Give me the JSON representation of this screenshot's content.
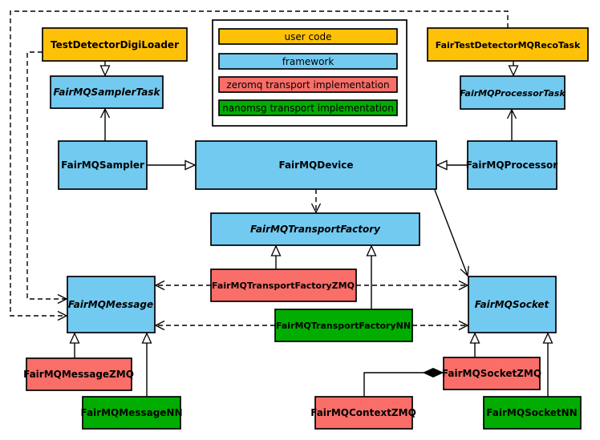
{
  "colors": {
    "user_code": "#FFC107",
    "framework": "#72CAF1",
    "zeromq": "#F96E68",
    "nanomsg": "#00AD00",
    "line": "#000000",
    "background": "#FFFFFF"
  },
  "legend": {
    "items": [
      {
        "label": "user code",
        "color": "#FFC107"
      },
      {
        "label": "framework",
        "color": "#72CAF1"
      },
      {
        "label": "zeromq transport implementation",
        "color": "#F96E68"
      },
      {
        "label": "nanomsg transport implementation",
        "color": "#00AD00"
      }
    ]
  },
  "nodes": {
    "digiLoader": {
      "label": "TestDetectorDigiLoader",
      "category": "user code",
      "abstract": false
    },
    "recoTask": {
      "label": "FairTestDetectorMQRecoTask",
      "category": "user code",
      "abstract": false
    },
    "samplerTask": {
      "label": "FairMQSamplerTask",
      "category": "framework",
      "abstract": true
    },
    "processorTask": {
      "label": "FairMQProcessorTask",
      "category": "framework",
      "abstract": true
    },
    "sampler": {
      "label": "FairMQSampler",
      "category": "framework",
      "abstract": false
    },
    "device": {
      "label": "FairMQDevice",
      "category": "framework",
      "abstract": false
    },
    "processor": {
      "label": "FairMQProcessor",
      "category": "framework",
      "abstract": false
    },
    "transportFactory": {
      "label": "FairMQTransportFactory",
      "category": "framework",
      "abstract": true
    },
    "transportFactoryZMQ": {
      "label": "FairMQTransportFactoryZMQ",
      "category": "zeromq",
      "abstract": false
    },
    "transportFactoryNN": {
      "label": "FairMQTransportFactoryNN",
      "category": "nanomsg",
      "abstract": false
    },
    "message": {
      "label": "FairMQMessage",
      "category": "framework",
      "abstract": true
    },
    "socket": {
      "label": "FairMQSocket",
      "category": "framework",
      "abstract": true
    },
    "messageZMQ": {
      "label": "FairMQMessageZMQ",
      "category": "zeromq",
      "abstract": false
    },
    "messageNN": {
      "label": "FairMQMessageNN",
      "category": "nanomsg",
      "abstract": false
    },
    "contextZMQ": {
      "label": "FairMQContextZMQ",
      "category": "zeromq",
      "abstract": false
    },
    "socketZMQ": {
      "label": "FairMQSocketZMQ",
      "category": "zeromq",
      "abstract": false
    },
    "socketNN": {
      "label": "FairMQSocketNN",
      "category": "nanomsg",
      "abstract": false
    }
  },
  "edges": [
    {
      "from": "TestDetectorDigiLoader",
      "to": "FairMQSamplerTask",
      "type": "generalization-triangle"
    },
    {
      "from": "FairTestDetectorMQRecoTask",
      "to": "FairMQProcessorTask",
      "type": "generalization-triangle"
    },
    {
      "from": "FairMQSampler",
      "to": "FairMQSamplerTask",
      "type": "association-arrow"
    },
    {
      "from": "FairMQProcessor",
      "to": "FairMQProcessorTask",
      "type": "association-arrow"
    },
    {
      "from": "FairMQSampler",
      "to": "FairMQDevice",
      "type": "generalization-triangle"
    },
    {
      "from": "FairMQProcessor",
      "to": "FairMQDevice",
      "type": "generalization-triangle"
    },
    {
      "from": "FairMQDevice",
      "to": "FairMQTransportFactory",
      "type": "dependency-dashed"
    },
    {
      "from": "FairMQDevice",
      "to": "FairMQSocket",
      "type": "association-arrow"
    },
    {
      "from": "FairMQTransportFactoryZMQ",
      "to": "FairMQTransportFactory",
      "type": "generalization-triangle"
    },
    {
      "from": "FairMQTransportFactoryNN",
      "to": "FairMQTransportFactory",
      "type": "generalization-triangle"
    },
    {
      "from": "FairMQTransportFactoryZMQ",
      "to": "FairMQMessage",
      "type": "dependency-dashed"
    },
    {
      "from": "FairMQTransportFactoryZMQ",
      "to": "FairMQSocket",
      "type": "dependency-dashed"
    },
    {
      "from": "FairMQTransportFactoryNN",
      "to": "FairMQMessage",
      "type": "dependency-dashed"
    },
    {
      "from": "FairMQTransportFactoryNN",
      "to": "FairMQSocket",
      "type": "dependency-dashed"
    },
    {
      "from": "TestDetectorDigiLoader",
      "to": "FairMQMessage",
      "type": "dependency-dashed"
    },
    {
      "from": "FairTestDetectorMQRecoTask",
      "to": "FairMQMessage",
      "type": "dependency-dashed"
    },
    {
      "from": "FairMQMessageZMQ",
      "to": "FairMQMessage",
      "type": "generalization-triangle"
    },
    {
      "from": "FairMQMessageNN",
      "to": "FairMQMessage",
      "type": "generalization-triangle"
    },
    {
      "from": "FairMQSocketZMQ",
      "to": "FairMQSocket",
      "type": "generalization-triangle"
    },
    {
      "from": "FairMQSocketNN",
      "to": "FairMQSocket",
      "type": "generalization-triangle"
    },
    {
      "from": "FairMQContextZMQ",
      "to": "FairMQSocketZMQ",
      "type": "composition-diamond"
    }
  ]
}
